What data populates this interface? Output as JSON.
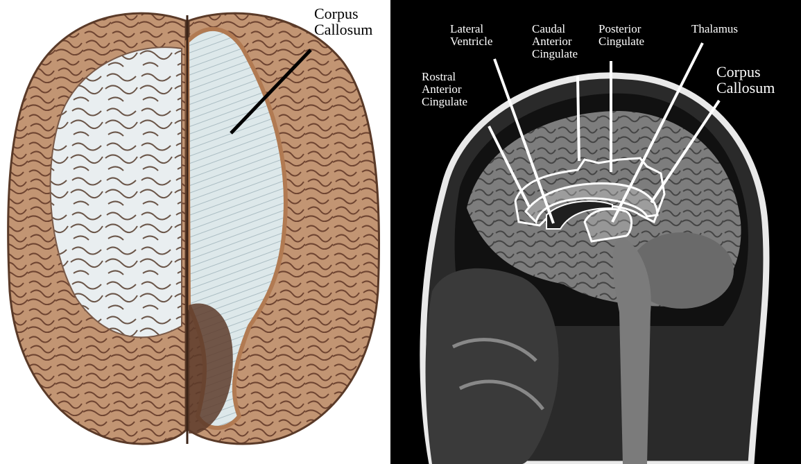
{
  "left_figure": {
    "labels": {
      "corpus_callosum": [
        "Corpus",
        "Callosum"
      ]
    }
  },
  "right_figure": {
    "labels": {
      "rostral_anterior_cingulate": [
        "Rostral",
        "Anterior",
        "Cingulate"
      ],
      "lateral_ventricle": [
        "Lateral",
        "Ventricle"
      ],
      "caudal_anterior_cingulate": [
        "Caudal",
        "Anterior",
        "Cingulate"
      ],
      "posterior_cingulate": [
        "Posterior",
        "Cingulate"
      ],
      "thalamus": [
        "Thalamus"
      ],
      "corpus_callosum": [
        "Corpus",
        "Callosum"
      ]
    }
  },
  "colors": {
    "cortex_tan": "#b98a66",
    "cortex_dark": "#7a4f36",
    "white_matter": "#d7e3e6",
    "mri_background": "#000000",
    "outline_white": "#ffffff"
  }
}
